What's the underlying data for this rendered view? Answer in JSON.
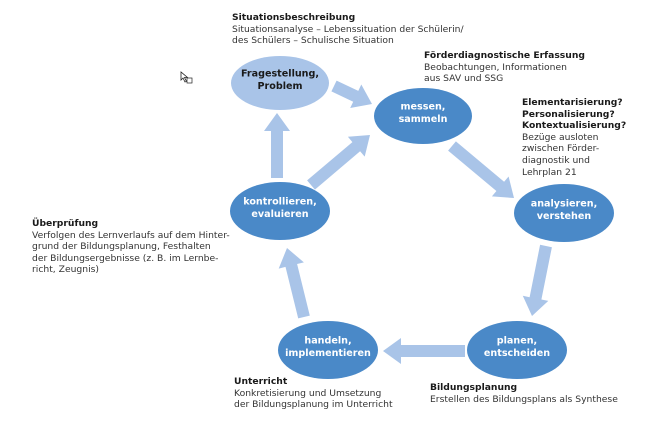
{
  "nodes": {
    "problem": {
      "lines": [
        "Fragestellung,",
        "Problem"
      ],
      "color": "#a9c4e8",
      "text_color": "#1a1a1a"
    },
    "measure": {
      "lines": [
        "messen,",
        "sammeln"
      ],
      "color": "#4a89c8",
      "text_color": "#ffffff"
    },
    "analyze": {
      "lines": [
        "analysieren,",
        "verstehen"
      ],
      "color": "#4a89c8",
      "text_color": "#ffffff"
    },
    "plan": {
      "lines": [
        "planen,",
        "entscheiden"
      ],
      "color": "#4a89c8",
      "text_color": "#ffffff"
    },
    "act": {
      "lines": [
        "handeln,",
        "implementieren"
      ],
      "color": "#4a89c8",
      "text_color": "#ffffff"
    },
    "control": {
      "lines": [
        "kontrollieren,",
        "evaluieren"
      ],
      "color": "#4a89c8",
      "text_color": "#ffffff"
    }
  },
  "arrow_color": "#a9c4e8",
  "annotations": {
    "situation": {
      "heading": "Situationsbeschreibung",
      "body": "Situationsanalyse – Lebenssituation der Schülerin/\ndes Schülers – Schulische Situation"
    },
    "assessment": {
      "heading": "Förderdiagnostische Erfassung",
      "body": "Beobachtungen, Informationen\naus SAV und SSG"
    },
    "elementarization": {
      "heading": "Elementarisierung?\nPersonalisierung?\nKontextualisierung?",
      "body": "Bezüge ausloten\nzwischen Förder-\ndiagnostik und\nLehrplan 21"
    },
    "education_plan": {
      "heading": "Bildungsplanung",
      "body": "Erstellen des Bildungsplans als Synthese"
    },
    "teaching": {
      "heading": "Unterricht",
      "body": "Konkretisierung und Umsetzung\nder Bildungsplanung im Unterricht"
    },
    "review": {
      "heading": "Überprüfung",
      "body": "Verfolgen des Lernverlaufs auf dem Hinter-\ngrund der Bildungsplanung, Festhalten\nder Bildungsergebnisse (z. B. im Lernbe-\nricht, Zeugnis)"
    }
  }
}
